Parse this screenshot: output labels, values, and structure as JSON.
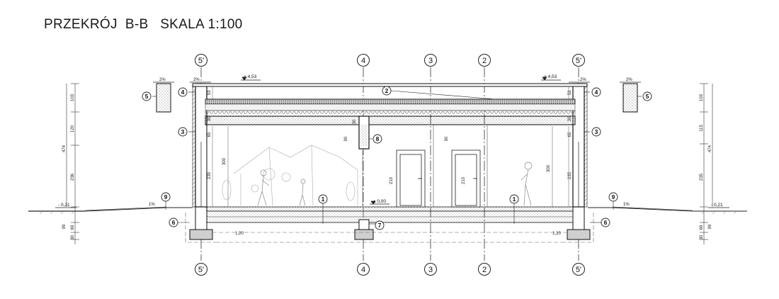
{
  "title": "PRZEKRÓJ  B-B   SKALA 1:100",
  "axes": [
    {
      "id": "axis-5prime-left",
      "label": "5'"
    },
    {
      "id": "axis-4",
      "label": "4"
    },
    {
      "id": "axis-3",
      "label": "3"
    },
    {
      "id": "axis-2",
      "label": "2"
    },
    {
      "id": "axis-5prime-right",
      "label": "5'"
    }
  ],
  "markers": {
    "m1": "1",
    "m2": "2",
    "m3": "3",
    "m4": "4",
    "m5": "5",
    "m6": "6",
    "m7": "7",
    "m8": "8",
    "m9": "9"
  },
  "levels": {
    "roof_left": "+ 4,53",
    "roof_right": "+ 4,53",
    "floor": "± 0,00",
    "ground_left": "- 0,21",
    "ground_right": "- 0,21"
  },
  "slopes": {
    "roof_left_outer": "2%",
    "roof_left_inner": "2%",
    "roof_right_inner": "2%",
    "roof_right_outer": "2%",
    "ground_left": "1%",
    "ground_right": "1%"
  },
  "dims": {
    "left_chain": [
      "103",
      "120",
      "474",
      "236",
      "99",
      "69",
      "30"
    ],
    "right_chain": [
      "103",
      "115",
      "474",
      "235",
      "99",
      "69",
      "30"
    ],
    "roof_thickness_left": "53",
    "roof_thickness_right": "53",
    "beam_left": "30",
    "beam_right": "30",
    "beam_mid": "30",
    "lintel_left": "65",
    "lintel_right": "65",
    "room_height_left": "300",
    "room_height_right": "300",
    "window_left": "235",
    "window_right": "235",
    "wall_mid_90": "90",
    "door_90": "90",
    "door_210_left": "210",
    "door_210_right": "210",
    "found_left": "1,20",
    "found_right": "1,20"
  }
}
